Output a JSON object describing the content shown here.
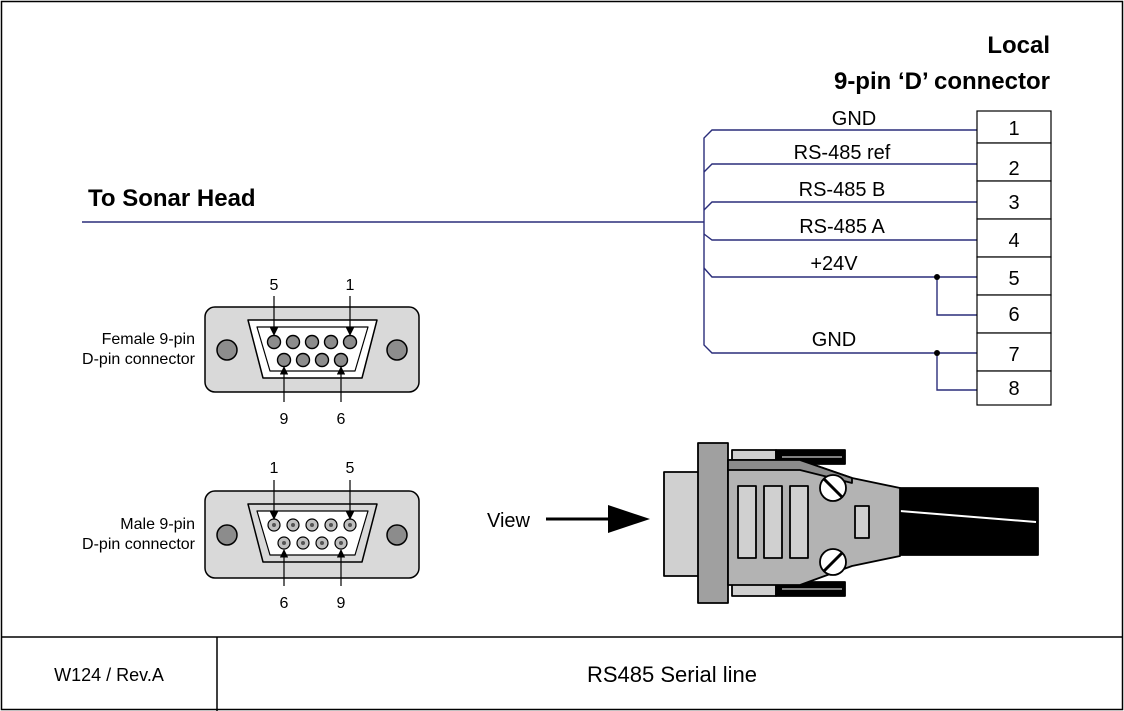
{
  "header": {
    "line1": "Local",
    "line2": "9-pin ‘D’ connector"
  },
  "to_sonar_head": "To Sonar Head",
  "wires": [
    "GND",
    "RS-485 ref",
    "RS-485 B",
    "RS-485 A",
    "+24V",
    "GND"
  ],
  "pins": [
    "1",
    "2",
    "3",
    "4",
    "5",
    "6",
    "7",
    "8"
  ],
  "female_connector": {
    "label_line1": "Female 9-pin",
    "label_line2": "D-pin connector",
    "top_left_pin": "5",
    "top_right_pin": "1",
    "bottom_left_pin": "9",
    "bottom_right_pin": "6"
  },
  "male_connector": {
    "label_line1": "Male 9-pin",
    "label_line2": "D-pin connector",
    "top_left_pin": "1",
    "top_right_pin": "5",
    "bottom_left_pin": "6",
    "bottom_right_pin": "9"
  },
  "view_label": "View",
  "footer": {
    "ref": "W124 / Rev.A",
    "title": "RS485 Serial line"
  },
  "colors": {
    "wire": "#2a2d7a",
    "connector_fill": "#d9d9d9",
    "pin_fill": "#8c8c8c",
    "plug_fill": "#b3b3b3",
    "cable": "#000000"
  }
}
